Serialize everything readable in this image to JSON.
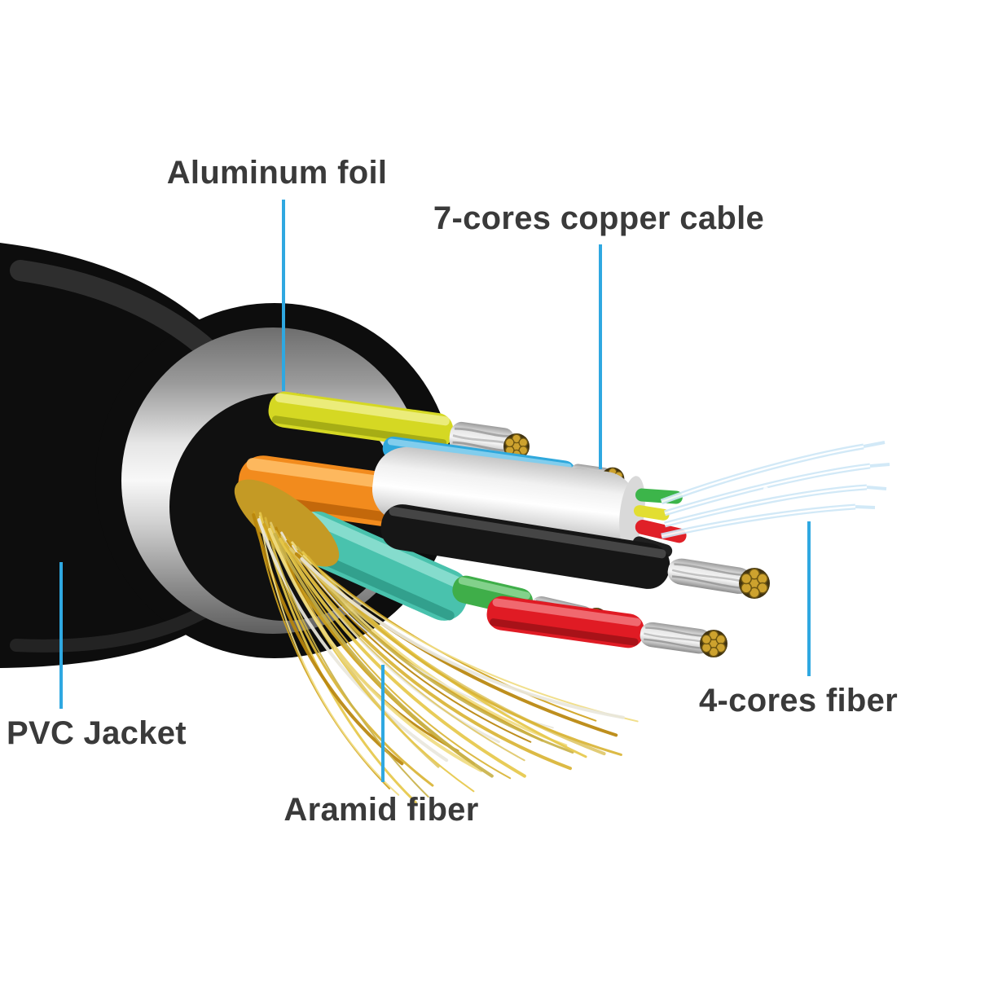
{
  "page": {
    "background": "#ffffff"
  },
  "labels": {
    "aluminum_foil": "Aluminum foil",
    "copper_cable": "7-cores copper cable",
    "pvc_jacket": "PVC Jacket",
    "aramid_fiber": "Aramid fiber",
    "fiber": "4-cores fiber"
  },
  "colors": {
    "leader_line": "#2fa8e1",
    "label_text": "#3a3a3a",
    "pvc_jacket": "#0d0d0d",
    "aluminum_foil": "#d9d9d9",
    "orange_wire": "#f28b1d",
    "yellow_wire": "#d5d823",
    "cyan_wire": "#2fa8dc",
    "teal_wire": "#49c2ad",
    "green_wire": "#3fae49",
    "red_wire": "#e01b24",
    "white_cable": "#f2f2f2",
    "black_wire": "#161616",
    "aramid_fiber": "#d9b435",
    "fiber_strand": "#cfe8f7",
    "copper_strand": "#cda22e"
  }
}
